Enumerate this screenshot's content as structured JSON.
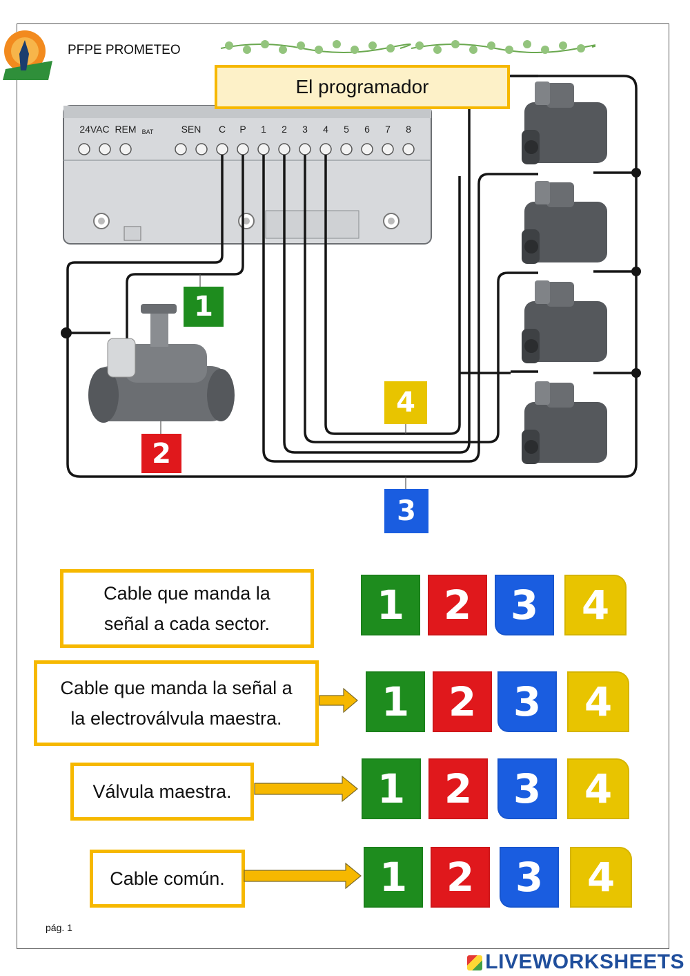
{
  "header": {
    "org": "PFPE PROMETEO",
    "page": "pág. 1"
  },
  "title": "El programador",
  "controller": {
    "terminal_labels": [
      "24VAC",
      "REM",
      "BAT",
      "SEN",
      "C",
      "P",
      "1",
      "2",
      "3",
      "4",
      "5",
      "6",
      "7",
      "8"
    ]
  },
  "diagram_labels": {
    "l1": "1",
    "l2": "2",
    "l3": "3",
    "l4": "4"
  },
  "questions": [
    {
      "text": "Cable que manda la\nseñal a cada sector.",
      "options": [
        "1",
        "2",
        "3",
        "4"
      ]
    },
    {
      "text": "Cable que manda la señal a\nla electroválvula maestra.",
      "options": [
        "1",
        "2",
        "3",
        "4"
      ]
    },
    {
      "text": "Válvula maestra.",
      "options": [
        "1",
        "2",
        "3",
        "4"
      ]
    },
    {
      "text": "Cable común.",
      "options": [
        "1",
        "2",
        "3",
        "4"
      ]
    }
  ],
  "brand": "LIVEWORKSHEETS",
  "colors": {
    "green": "#1e8c1e",
    "red": "#e0181c",
    "blue": "#1a5de0",
    "yellow": "#e8c400",
    "frame": "#f6b800"
  }
}
